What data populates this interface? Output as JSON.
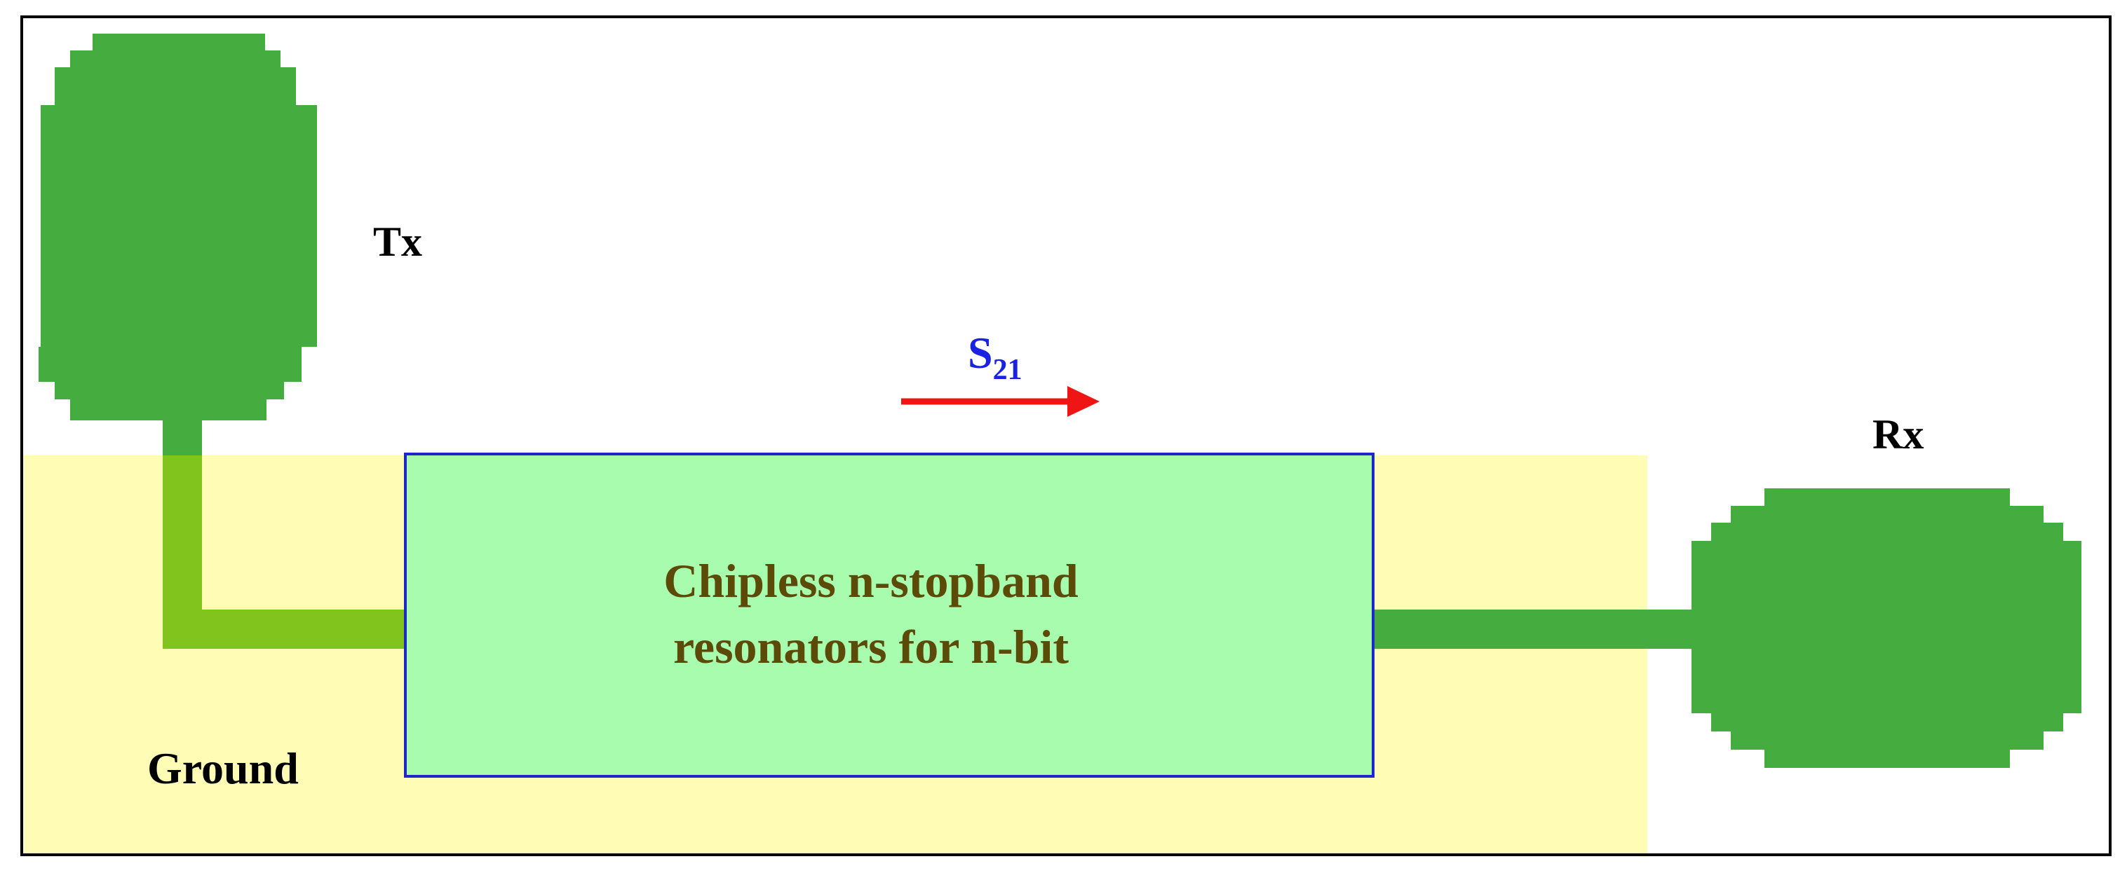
{
  "labels": {
    "tx": "Tx",
    "rx": "Rx",
    "ground": "Ground",
    "s21_main": "S",
    "s21_sub": "21",
    "resonator_line1": "Chipless n-stopband",
    "resonator_line2": "resonators for n-bit"
  },
  "colors": {
    "frame": "#000000",
    "ground": "#fffcb6",
    "antenna": "#45ad3f",
    "feed_on_ground": "#80c41d",
    "resonator_fill": "#a8fcae",
    "resonator_border": "#1c28c8",
    "resonator_text": "#5c4a09",
    "s21_text": "#1a21e0",
    "arrow": "#ef1515",
    "label_text": "#000000"
  }
}
